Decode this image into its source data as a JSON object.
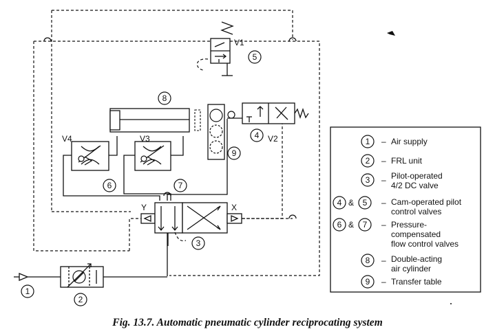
{
  "diagram": {
    "callouts": [
      "1",
      "2",
      "3",
      "4",
      "5",
      "6",
      "7",
      "8",
      "9"
    ],
    "valve_labels": {
      "v1": "V1",
      "v2": "V2",
      "v3": "V3",
      "v4": "V4",
      "x": "X",
      "y": "Y"
    },
    "legend": {
      "connector": "&",
      "dash": "–",
      "items": [
        {
          "num": "1",
          "text": [
            "Air supply"
          ]
        },
        {
          "num": "2",
          "text": [
            "FRL unit"
          ]
        },
        {
          "num": "3",
          "text": [
            "Pilot-operated",
            "4/2 DC valve"
          ]
        },
        {
          "num": "4",
          "num2": "5",
          "text": [
            "Cam-operated pilot",
            "control valves"
          ]
        },
        {
          "num": "6",
          "num2": "7",
          "text": [
            "Pressure-",
            "compensated",
            "flow control valves"
          ]
        },
        {
          "num": "8",
          "text": [
            "Double-acting",
            "air cylinder"
          ]
        },
        {
          "num": "9",
          "text": [
            "Transfer table"
          ]
        }
      ]
    }
  },
  "caption": "Fig. 13.7. Automatic pneumatic cylinder reciprocating system"
}
